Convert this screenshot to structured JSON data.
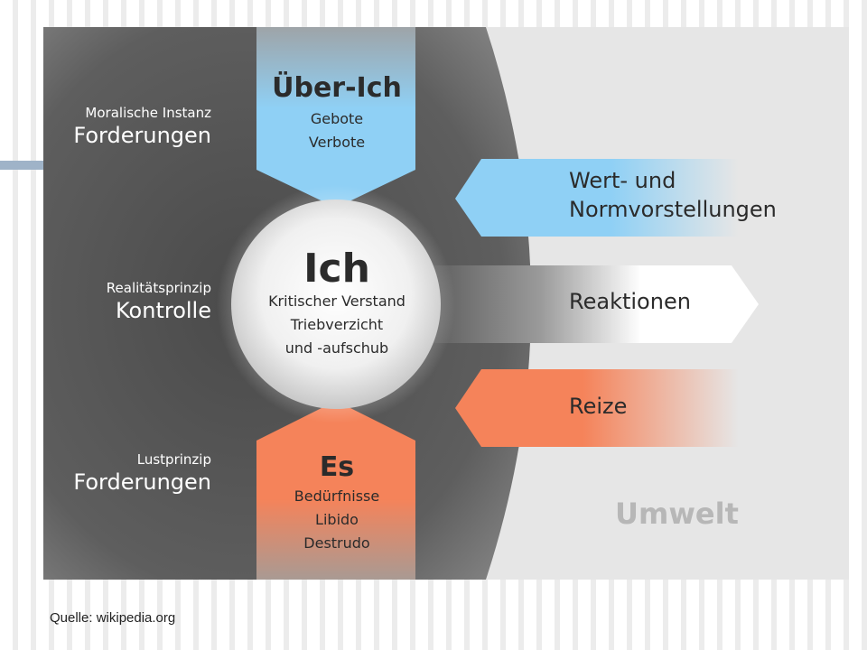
{
  "left_labels": [
    {
      "small": "Moralische Instanz",
      "big": "Forderungen"
    },
    {
      "small": "Realitätsprinzip",
      "big": "Kontrolle"
    },
    {
      "small": "Lustprinzip",
      "big": "Forderungen"
    }
  ],
  "ueber_ich": {
    "title": "Über-Ich",
    "items": [
      "Gebote",
      "Verbote"
    ]
  },
  "ich": {
    "title": "Ich",
    "items": [
      "Kritischer Verstand",
      "Triebverzicht",
      "und -aufschub"
    ]
  },
  "es": {
    "title": "Es",
    "items": [
      "Bedürfnisse",
      "Libido",
      "Destrudo"
    ]
  },
  "arrows": {
    "wert_line1": "Wert- und",
    "wert_line2": "Normvorstellungen",
    "reaktionen": "Reaktionen",
    "reize": "Reize"
  },
  "umwelt": "Umwelt",
  "source": "Quelle: wikipedia.org",
  "colors": {
    "blue": "#8fd0f5",
    "orange": "#f5835a",
    "dark": "#5c5c5c",
    "light": "#e6e6e6"
  }
}
